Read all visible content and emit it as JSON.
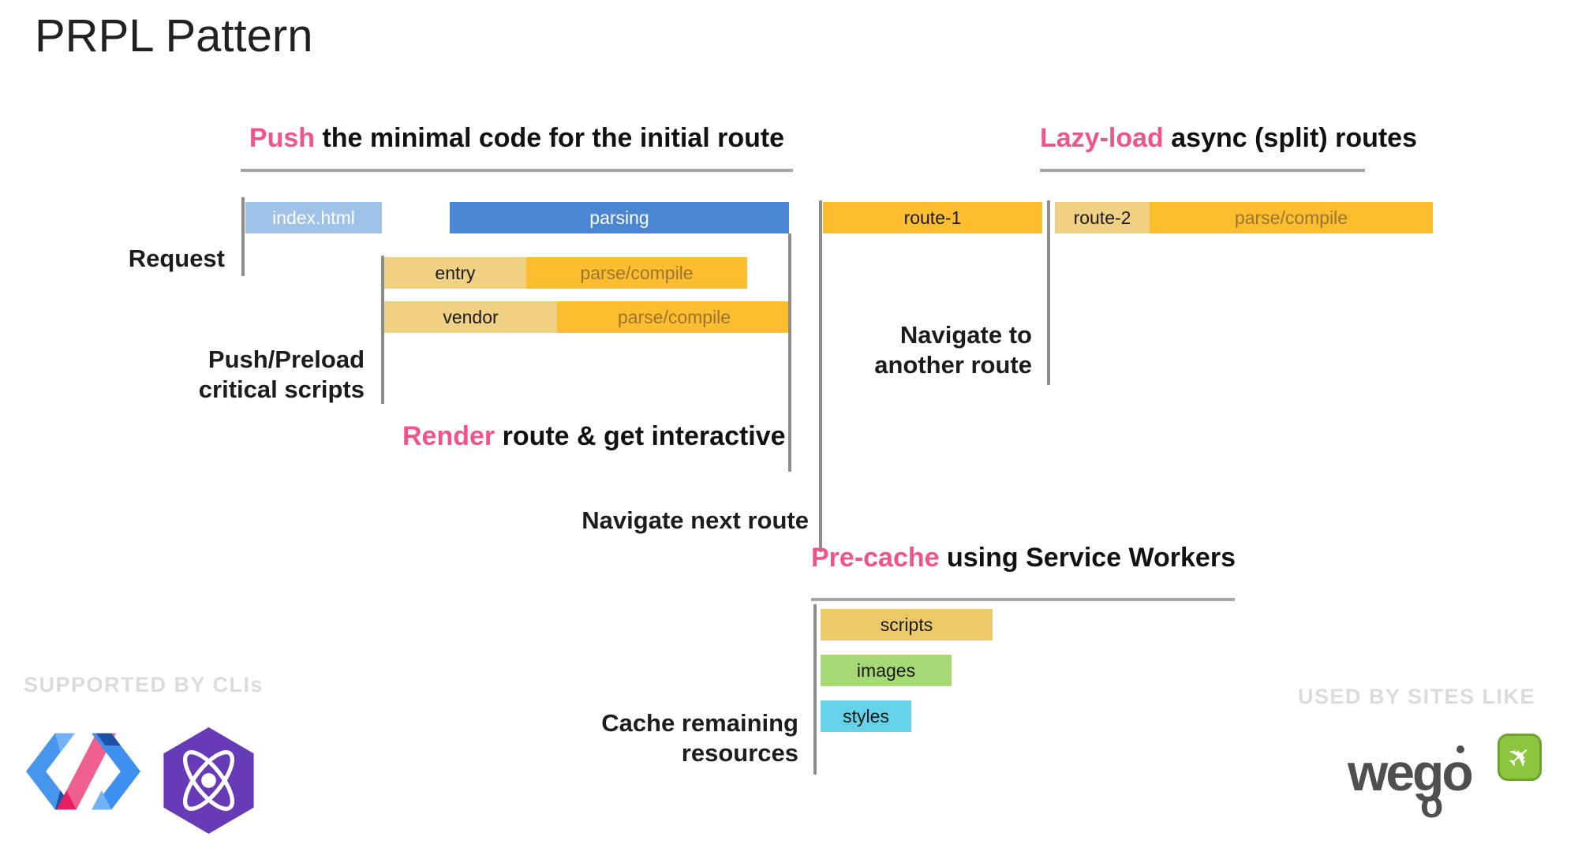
{
  "title": "PRPL Pattern",
  "headings": {
    "push": {
      "highlight": "Push",
      "rest": " the minimal code for the initial route"
    },
    "lazy": {
      "highlight": "Lazy-load",
      "rest": " async (split) routes"
    },
    "render": {
      "highlight": "Render",
      "rest": " route & get interactive"
    },
    "precache": {
      "highlight": "Pre-cache",
      "rest": " using Service Workers"
    }
  },
  "labels": {
    "request": "Request",
    "push_preload_line1": "Push/Preload",
    "push_preload_line2": "critical scripts",
    "navigate_next": "Navigate next route",
    "navigate_another_line1": "Navigate to",
    "navigate_another_line2": "another route",
    "cache_line1": "Cache remaining",
    "cache_line2": "resources"
  },
  "bars": {
    "index_html": "index.html",
    "parsing": "parsing",
    "entry": "entry",
    "vendor": "vendor",
    "parse_compile": "parse/compile",
    "route1": "route-1",
    "route2": "route-2",
    "scripts": "scripts",
    "images": "images",
    "styles": "styles"
  },
  "footer": {
    "supported": "SUPPORTED BY CLIs",
    "used": "USED BY SITES LIKE",
    "wego_text": "wego",
    "wego_sub": "o",
    "airplane_icon": "✈"
  },
  "colors": {
    "accent_pink": "#f0548c",
    "bar_light_blue": "#9fc2e8",
    "bar_blue": "#4b86d2",
    "bar_tan": "#f0d082",
    "bar_orange": "#fcbe2e",
    "orange_label_text": "#9a7433",
    "bar_scripts_tan": "#ecc968",
    "bar_green": "#a6d876",
    "bar_cyan": "#66d2ea",
    "line_gray": "#8c8c8c",
    "watermark_gray": "#dbdbdb",
    "wego_gray": "#4f4f4f",
    "wego_green": "#8cc63e",
    "preact_purple": "#673ab8"
  }
}
